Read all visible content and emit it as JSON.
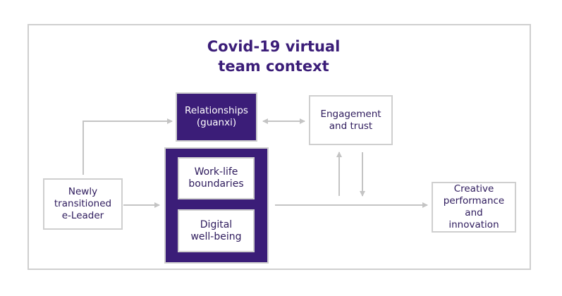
{
  "title": "Covid-19 virtual\nteam context",
  "nodes": {
    "relationships": "Relationships\n(guanxi)",
    "engagement": "Engagement\nand trust",
    "work_life": "Work-life\nboundaries",
    "digital": "Digital\nwell-being",
    "e_leader": "Newly\ntransitioned\ne-Leader",
    "creative": "Creative\nperformance\nand\ninnovation"
  },
  "colors": {
    "accent": "#3b1d78",
    "border": "#cfcfcf",
    "arrow": "#c4c4c4"
  }
}
